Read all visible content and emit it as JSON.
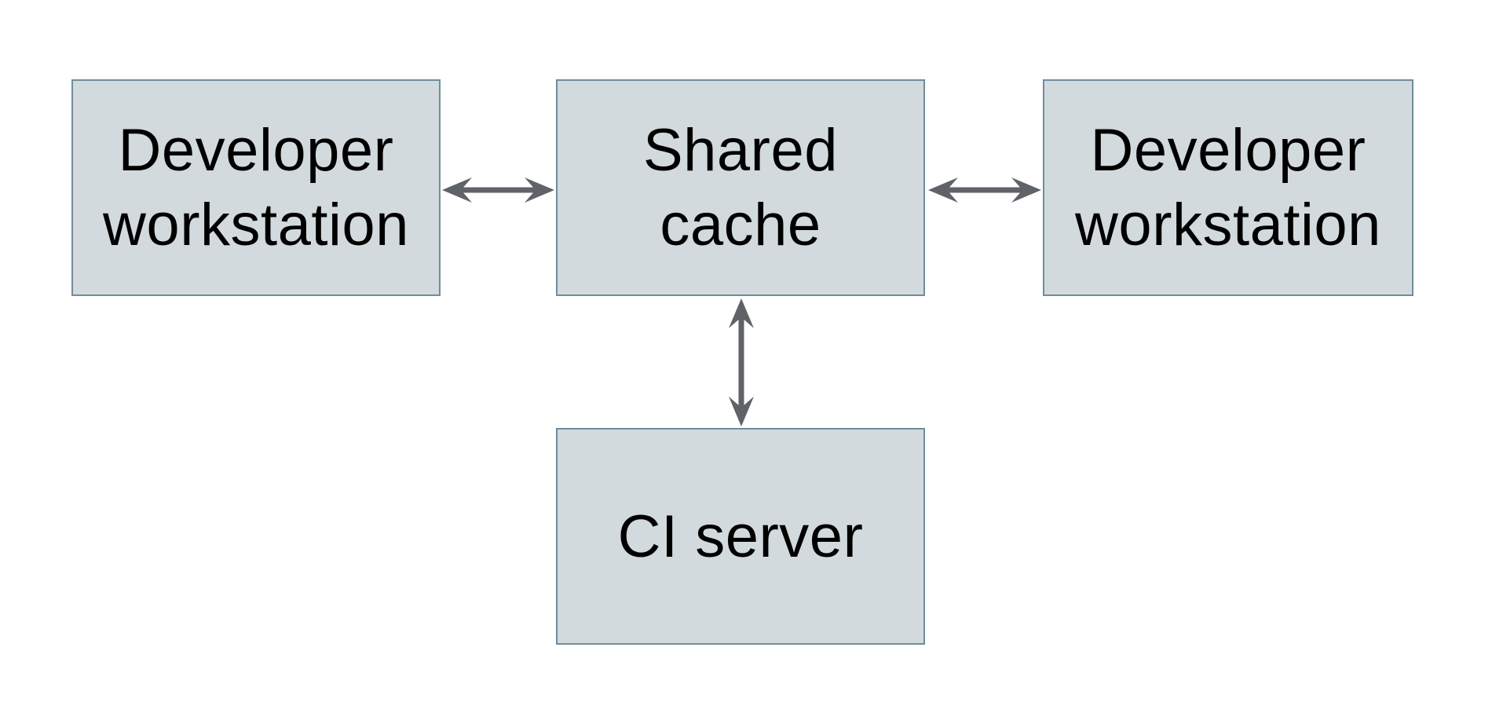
{
  "diagram": {
    "nodes": {
      "developer_workstation_left": {
        "label": "Developer workstation",
        "lines": [
          "Developer",
          "workstation"
        ]
      },
      "shared_cache": {
        "label": "Shared cache",
        "lines": [
          "Shared",
          "cache"
        ]
      },
      "developer_workstation_right": {
        "label": "Developer workstation",
        "lines": [
          "Developer",
          "workstation"
        ]
      },
      "ci_server": {
        "label": "CI server",
        "lines": [
          "CI server"
        ]
      }
    },
    "edges": [
      {
        "from": "developer_workstation_left",
        "to": "shared_cache",
        "direction": "bidirectional"
      },
      {
        "from": "shared_cache",
        "to": "developer_workstation_right",
        "direction": "bidirectional"
      },
      {
        "from": "shared_cache",
        "to": "ci_server",
        "direction": "bidirectional"
      }
    ],
    "colors": {
      "background": "#ffffff",
      "node_fill": "#d3dade",
      "node_border": "#6f8d9b",
      "arrow": "#5f6368",
      "text": "#000000"
    }
  }
}
